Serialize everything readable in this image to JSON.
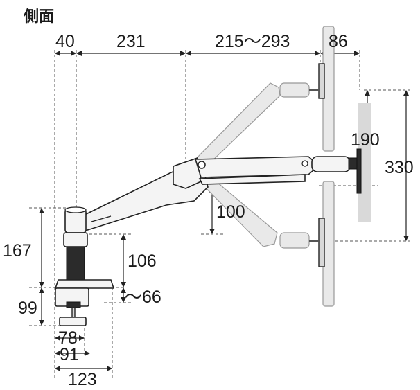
{
  "title": "側面",
  "dimensions": {
    "d40": "40",
    "d231": "231",
    "d215_293": "215〜293",
    "d86": "86",
    "d190": "190",
    "d330": "330",
    "d100": "100",
    "d167": "167",
    "d106": "106",
    "d66": "〜66",
    "d99": "99",
    "d78": "78",
    "d91": "91",
    "d123": "123"
  },
  "colors": {
    "line": "#222222",
    "dash": "#555555",
    "panel_ghost": "#d9d9d9",
    "arm_fill": "#f4f4f4"
  }
}
